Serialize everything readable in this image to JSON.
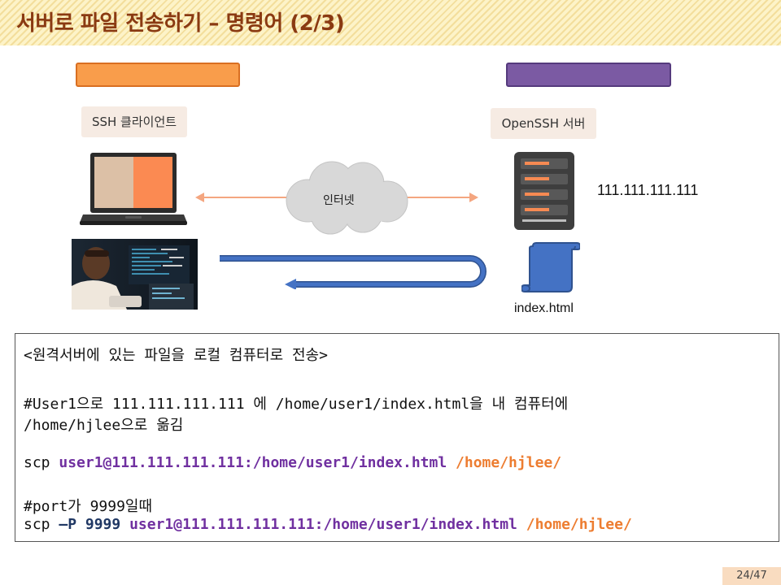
{
  "slide": {
    "title": "서버로 파일 전송하기 – 명령어 (2/3)",
    "client_label": "SSH 클라이언트",
    "server_label": "OpenSSH 서버",
    "internet_label": "인터넷",
    "server_ip": "111.111.111.111",
    "file_name": "index.html",
    "page_number": "24/47"
  },
  "code": {
    "heading": "<원격서버에 있는 파일을 로컬 컴퓨터로 전송>",
    "comment1_line1": "#User1으로 111.111.111.111 에 /home/user1/index.html을 내 컴퓨터에",
    "comment1_line2": "/home/hjlee으로 옮김",
    "cmd1_prefix": "scp ",
    "cmd1_source": "user1@111.111.111.111:/home/user1/index.html",
    "cmd1_dest": "/home/hjlee/",
    "comment2": "#port가 9999일때",
    "cmd2_prefix": "scp ",
    "cmd2_option": "–P 9999",
    "cmd2_source": "user1@111.111.111.111:/home/user1/index.html",
    "cmd2_dest": "/home/hjlee/"
  },
  "colors": {
    "title": "#8a3a12",
    "client_bar": "#f99d4b",
    "server_bar": "#7b5aa3",
    "arrow_light": "#f4a680",
    "arrow_blue": "#4472c4",
    "code_source": "#7030a0",
    "code_dest": "#ed7d31"
  }
}
